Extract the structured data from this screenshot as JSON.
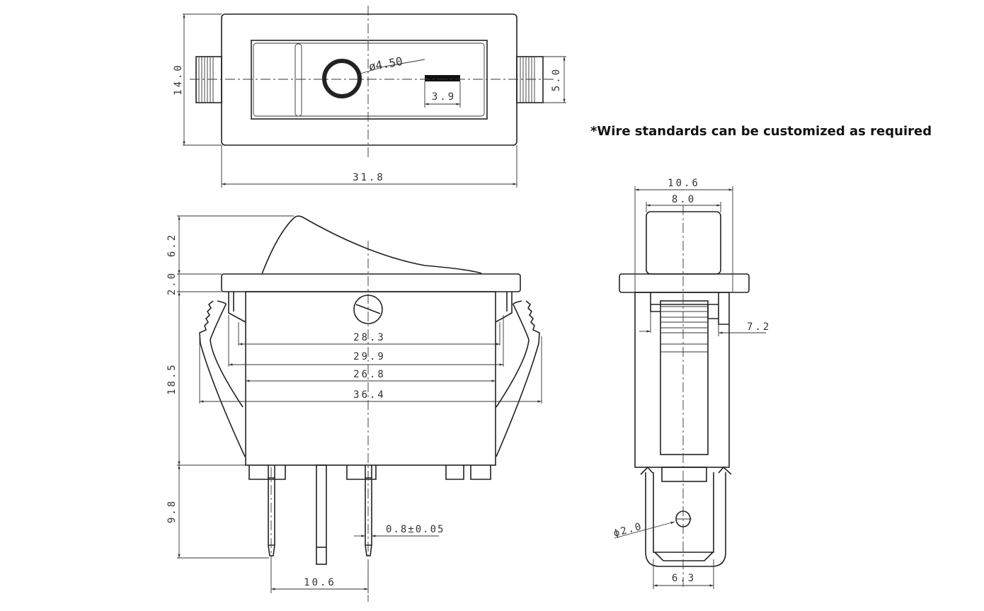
{
  "note": "*Wire standards can be customized as required",
  "top_view": {
    "height_dim": "14.0",
    "width_dim": "31.8",
    "tab_dim": "5.0",
    "bar_dim": "3.9",
    "lamp_dia": "ø4.50"
  },
  "front_view": {
    "rocker_height": "6.2",
    "flange_height": "2.0",
    "body_height": "18.5",
    "pin_length": "9.8",
    "dim_a": "28.3",
    "dim_b": "29.9",
    "dim_c": "26.8",
    "dim_d": "36.4",
    "pin_pitch": "10.6",
    "pin_width": "0.8±0.05"
  },
  "side_view": {
    "flange_width": "10.6",
    "rocker_width": "8.0",
    "clip_dim": "7.2",
    "terminal_width": "6.3",
    "hole_dia": "ϕ2.0"
  }
}
